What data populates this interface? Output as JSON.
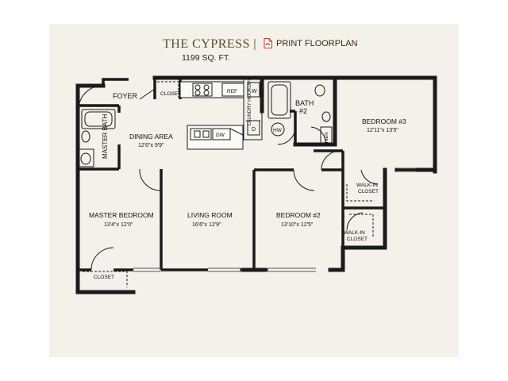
{
  "header": {
    "title": "THE CYPRESS",
    "separator": "|",
    "print_label": "PRINT FLOORPLAN",
    "sqft": "1199 SQ. FT."
  },
  "rooms": {
    "foyer": "FOYER",
    "closet_foyer": "CLOSET",
    "ref": "REF",
    "laundry": "LAUNDRY HOOKUPS",
    "washer": "W",
    "dryer": "D",
    "bath2": "BATH",
    "bath2_num": "#2",
    "hw": "HW",
    "linen": "LINEN",
    "bedroom3": "BEDROOM #3",
    "bedroom3_dim": "12'11\"x 13'5\"",
    "dining": "DINING AREA",
    "dining_dim": "12'6\"x 9'9\"",
    "dw": "DW",
    "master_bath": "MASTER BATH",
    "walkin1_a": "WALK-IN",
    "walkin1_b": "CLOSET",
    "walkin2_a": "WALK-IN",
    "walkin2_b": "CLOSET",
    "master_bedroom": "MASTER BEDROOM",
    "master_bedroom_dim": "13'4\"x 12'0\"",
    "living": "LIVING ROOM",
    "living_dim": "16'6\"x 12'9\"",
    "bedroom2": "BEDROOM #2",
    "bedroom2_dim": "13'10\"x 12'5\"",
    "closet_master": "CLOSET"
  },
  "colors": {
    "panel": "#f4f1ea",
    "wall": "#1a1a1a",
    "title": "#5a4a2c",
    "pdf_icon": "#c0392b"
  },
  "icons": {
    "print": "pdf-icon"
  }
}
